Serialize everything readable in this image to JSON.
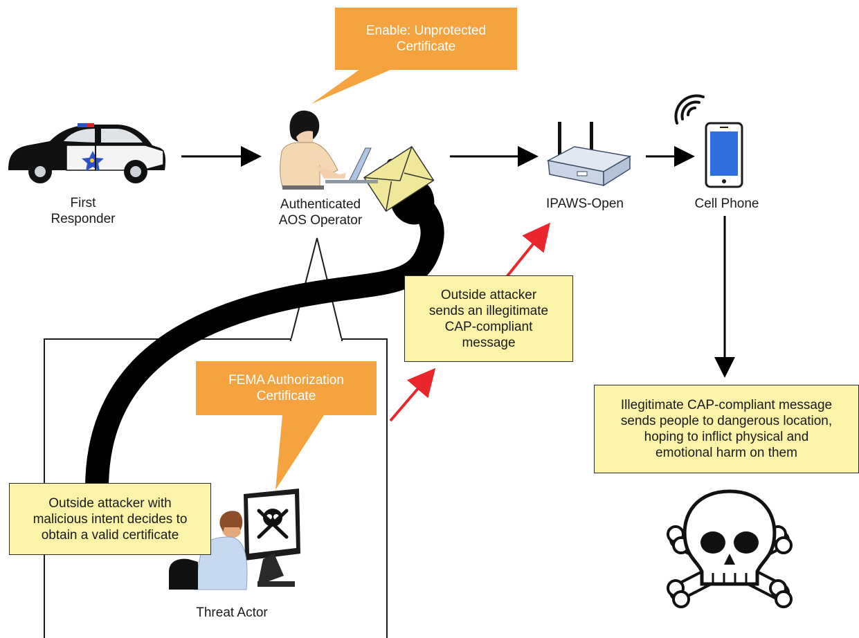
{
  "labels": {
    "first_responder": "First\nResponder",
    "aos_operator": "Authenticated\nAOS Operator",
    "ipaws": "IPAWS-Open",
    "cell_phone": "Cell Phone",
    "threat_actor": "Threat Actor"
  },
  "callouts": {
    "unprotected_cert": "Enable: Unprotected\nCertificate",
    "fema_cert": "FEMA Authorization\nCertificate",
    "attacker_sends": "Outside attacker\nsends an illegitimate\nCAP-compliant\nmessage",
    "attacker_intent": "Outside attacker with\nmalicious intent decides to\nobtain a valid certificate",
    "harm": "Illegitimate CAP-compliant message\nsends people to dangerous location,\nhoping to inflict physical and\nemotional harm on them"
  },
  "icons": [
    "police-car-icon",
    "operator-laptop-icon",
    "envelope-icon",
    "router-icon",
    "cell-phone-icon",
    "signal-waves-icon",
    "attacker-computer-icon",
    "skull-crossbones-icon",
    "black-hand-icon"
  ],
  "colors": {
    "callout_orange": "#f5a33f",
    "note_yellow": "#fbf3a7",
    "attack_arrow": "#e8262b",
    "flow_arrow": "#000000"
  }
}
